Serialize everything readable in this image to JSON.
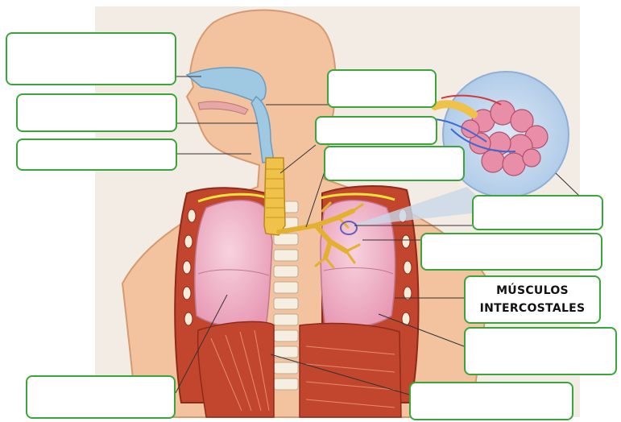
{
  "labels": [
    {
      "id": "nasal-cavity",
      "text": ""
    },
    {
      "id": "mouth",
      "text": ""
    },
    {
      "id": "pharynx",
      "text": ""
    },
    {
      "id": "larynx",
      "text": ""
    },
    {
      "id": "trachea",
      "text": ""
    },
    {
      "id": "bronchi",
      "text": ""
    },
    {
      "id": "alveoli",
      "text": ""
    },
    {
      "id": "bronchioles",
      "text": ""
    },
    {
      "id": "intercostal-muscles",
      "text": "MÚSCULOS\nINTERCOSTALES"
    },
    {
      "id": "lungs",
      "text": ""
    },
    {
      "id": "ribs",
      "text": ""
    },
    {
      "id": "diaphragm",
      "text": ""
    }
  ],
  "colors": {
    "box_border": "#3aa63a",
    "skin": "#f2c39e",
    "background_panel": "#f3ece4",
    "airway": "#9fc8e2",
    "trachea": "#f0c24a",
    "lung": "#f1b4c8",
    "muscle": "#c2462e",
    "alveoli_bubble": "#bcd4ec"
  }
}
